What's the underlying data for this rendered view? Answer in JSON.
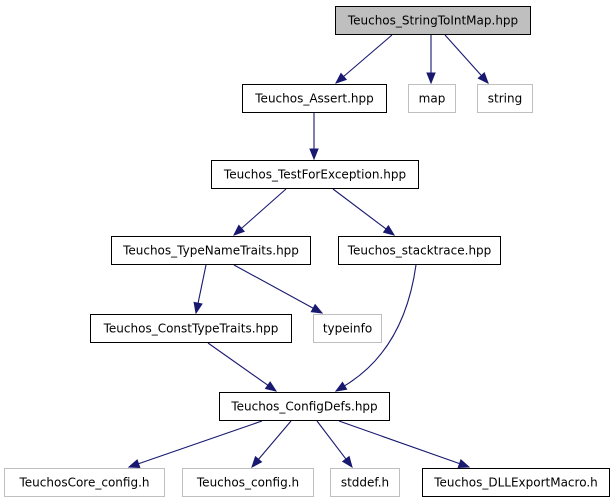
{
  "diagram": {
    "colors": {
      "root_fill": "#bfbfbf",
      "root_stroke": "#000000",
      "documented_stroke": "#000000",
      "external_stroke": "#bfbfbf",
      "edge": "#191970"
    },
    "nodes": [
      {
        "id": "root",
        "label": "Teuchos_StringToIntMap.hpp",
        "kind": "root"
      },
      {
        "id": "assert",
        "label": "Teuchos_Assert.hpp",
        "kind": "documented"
      },
      {
        "id": "map",
        "label": "map",
        "kind": "external"
      },
      {
        "id": "string",
        "label": "string",
        "kind": "external"
      },
      {
        "id": "testforexception",
        "label": "Teuchos_TestForException.hpp",
        "kind": "documented"
      },
      {
        "id": "typenametraits",
        "label": "Teuchos_TypeNameTraits.hpp",
        "kind": "documented"
      },
      {
        "id": "stacktrace",
        "label": "Teuchos_stacktrace.hpp",
        "kind": "documented"
      },
      {
        "id": "consttypetraits",
        "label": "Teuchos_ConstTypeTraits.hpp",
        "kind": "documented"
      },
      {
        "id": "typeinfo",
        "label": "typeinfo",
        "kind": "external"
      },
      {
        "id": "configdefs",
        "label": "Teuchos_ConfigDefs.hpp",
        "kind": "documented"
      },
      {
        "id": "coreconfig",
        "label": "TeuchosCore_config.h",
        "kind": "external"
      },
      {
        "id": "config",
        "label": "Teuchos_config.h",
        "kind": "external"
      },
      {
        "id": "stddef",
        "label": "stddef.h",
        "kind": "external"
      },
      {
        "id": "dllexport",
        "label": "Teuchos_DLLExportMacro.h",
        "kind": "documented"
      }
    ],
    "edges": [
      {
        "from": "root",
        "to": "assert"
      },
      {
        "from": "root",
        "to": "map"
      },
      {
        "from": "root",
        "to": "string"
      },
      {
        "from": "assert",
        "to": "testforexception"
      },
      {
        "from": "testforexception",
        "to": "typenametraits"
      },
      {
        "from": "testforexception",
        "to": "stacktrace"
      },
      {
        "from": "typenametraits",
        "to": "consttypetraits"
      },
      {
        "from": "typenametraits",
        "to": "typeinfo"
      },
      {
        "from": "consttypetraits",
        "to": "configdefs"
      },
      {
        "from": "stacktrace",
        "to": "configdefs"
      },
      {
        "from": "configdefs",
        "to": "coreconfig"
      },
      {
        "from": "configdefs",
        "to": "config"
      },
      {
        "from": "configdefs",
        "to": "stddef"
      },
      {
        "from": "configdefs",
        "to": "dllexport"
      }
    ]
  }
}
